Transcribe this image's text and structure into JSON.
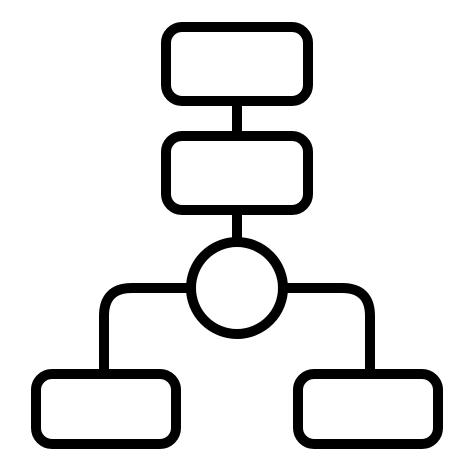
{
  "icon": {
    "name": "flowchart-icon",
    "stroke_color": "#000000",
    "fill_color": "#ffffff",
    "background": "#ffffff"
  },
  "nodes": [
    {
      "id": "top-box",
      "shape": "rounded-rect"
    },
    {
      "id": "middle-box",
      "shape": "rounded-rect"
    },
    {
      "id": "decision-circle",
      "shape": "circle"
    },
    {
      "id": "bottom-left-box",
      "shape": "rounded-rect"
    },
    {
      "id": "bottom-right-box",
      "shape": "rounded-rect"
    }
  ],
  "edges": [
    {
      "from": "top-box",
      "to": "middle-box"
    },
    {
      "from": "middle-box",
      "to": "decision-circle"
    },
    {
      "from": "decision-circle",
      "to": "bottom-left-box"
    },
    {
      "from": "decision-circle",
      "to": "bottom-right-box"
    }
  ]
}
